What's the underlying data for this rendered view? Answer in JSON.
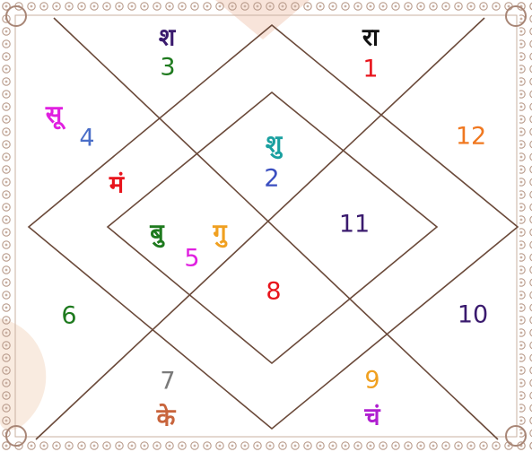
{
  "colors": {
    "background": "#ffffff",
    "chart_lines": "#6b4a3a",
    "border_ornament": "#b89a8a",
    "watermark": "#f7dfd3"
  },
  "houses": [
    {
      "house": 1,
      "sign": "8",
      "sign_color": "#e8141c",
      "planets": []
    },
    {
      "house": 2,
      "sign": "7",
      "sign_color": "#7a7a7a",
      "planets": [
        {
          "label": "के",
          "color": "#c8643c"
        }
      ]
    },
    {
      "house": 3,
      "sign": "6",
      "sign_color": "#1e7a1e",
      "planets": []
    },
    {
      "house": 4,
      "sign": "5",
      "sign_color": "#e020e0",
      "planets": [
        {
          "label": "बु",
          "color": "#1e7a1e"
        },
        {
          "label": "गु",
          "color": "#f0a020"
        }
      ]
    },
    {
      "house": 5,
      "sign": "4",
      "sign_color": "#4a6ec8",
      "planets": [
        {
          "label": "सू",
          "color": "#e020e0"
        },
        {
          "label": "मं",
          "color": "#e8141c"
        }
      ]
    },
    {
      "house": 6,
      "sign": "3",
      "sign_color": "#1e7a1e",
      "planets": [
        {
          "label": "श",
          "color": "#3a1a6e"
        }
      ]
    },
    {
      "house": 7,
      "sign": "2",
      "sign_color": "#3a4ec0",
      "planets": [
        {
          "label": "शु",
          "color": "#1aa0a0"
        }
      ]
    },
    {
      "house": 8,
      "sign": "1",
      "sign_color": "#e8141c",
      "planets": [
        {
          "label": "रा",
          "color": "#111111"
        }
      ]
    },
    {
      "house": 9,
      "sign": "12",
      "sign_color": "#f07820",
      "planets": []
    },
    {
      "house": 10,
      "sign": "11",
      "sign_color": "#3a1a6e",
      "planets": []
    },
    {
      "house": 11,
      "sign": "10",
      "sign_color": "#3a1a6e",
      "planets": []
    },
    {
      "house": 12,
      "sign": "9",
      "sign_color": "#f0a020",
      "planets": [
        {
          "label": "चं",
          "color": "#b020d0"
        }
      ]
    }
  ]
}
